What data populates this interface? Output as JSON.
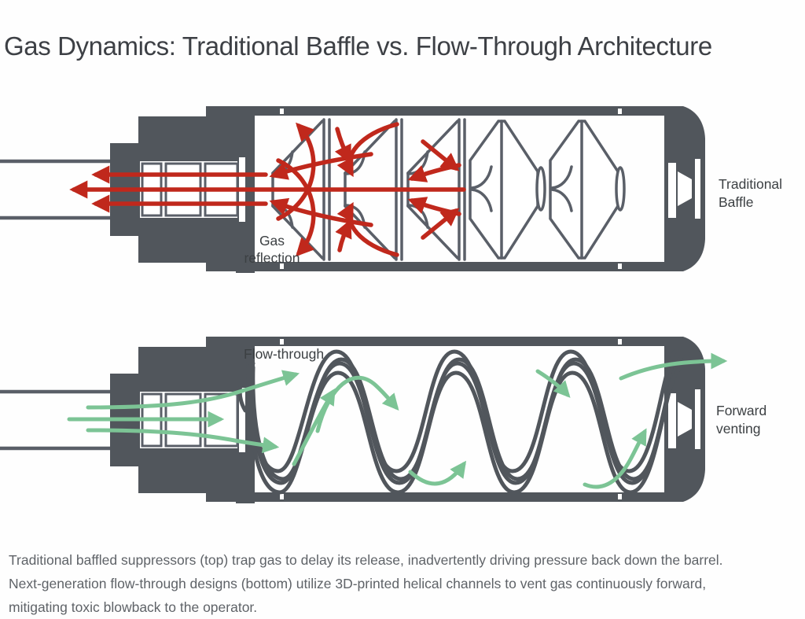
{
  "title": "Gas Dynamics: Traditional Baffle vs. Flow-Through Architecture",
  "colors": {
    "metal": "#51565c",
    "line": "#5a5f68",
    "red_flow": "#c0281c",
    "green_flow": "#7cc495",
    "label_text": "#3c4043",
    "caption_text": "#5f6368",
    "background": "#fefefe"
  },
  "diagram_top": {
    "name": "traditional-baffle-suppressor-cutaway",
    "labels": {
      "gas_reflection_line1": "Gas",
      "gas_reflection_line2": "reflection",
      "side_label_line1": "Traditional",
      "side_label_line2": "Baffle"
    }
  },
  "diagram_bottom": {
    "name": "flow-through-suppressor-cutaway",
    "labels": {
      "flow_through": "Flow-through",
      "side_label_line1": "Forward",
      "side_label_line2": "venting"
    }
  },
  "caption": {
    "lines": [
      "Traditional baffled suppressors (top) trap gas to delay its release, inadvertently driving pressure back down the barrel.",
      "Next-generation flow-through designs (bottom) utilize 3D-printed helical channels to vent gas continuously forward,",
      "mitigating toxic blowback to the operator."
    ]
  }
}
